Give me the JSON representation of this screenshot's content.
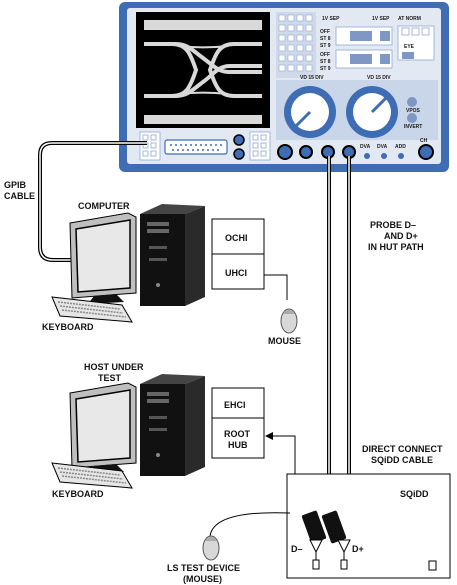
{
  "colors": {
    "scope_body": "#3f6db3",
    "scope_panel": "#dfe6f1",
    "scope_screen": "#000000",
    "screen_trace": "#d9d9d9",
    "knob": "#ffffff",
    "cable": "#000000",
    "pc_body": "#111111",
    "monitor": "#e8e8e8"
  },
  "oscilloscope": {
    "ch1_label": "1V SEP",
    "ch2_label": "1V SEP",
    "at_norm_label": "AT NORM",
    "eye_label": "EYE",
    "vd1_label": "VD 15 DIV",
    "vd2_label": "VD 15 DIV",
    "vpos_label": "VPOS",
    "invert_label": "INVERT",
    "dva_label": "DVA",
    "dva2_label": "DVA",
    "add_label": "ADD",
    "ch_label": "CH",
    "off_labels": [
      "OFF",
      "ST 8",
      "ST 9"
    ]
  },
  "labels": {
    "gpib_line1": "GPIB",
    "gpib_line2": "CABLE",
    "computer": "COMPUTER",
    "ochi": "OCHI",
    "uhci": "UHCI",
    "keyboard1": "KEYBOARD",
    "mouse": "MOUSE",
    "probe_line1": "PROBE D–",
    "probe_line2": "AND D+",
    "probe_line3": "IN HUT PATH",
    "host_line1": "HOST UNDER",
    "host_line2": "TEST",
    "ehci": "EHCI",
    "root_line1": "ROOT",
    "root_line2": "HUB",
    "keyboard2": "KEYBOARD",
    "direct_line1": "DIRECT CONNECT",
    "direct_line2": "SQiDD CABLE",
    "sqidd": "SQiDD",
    "d_minus": "D–",
    "d_plus": "D+",
    "ls_line1": "LS TEST DEVICE",
    "ls_line2": "(MOUSE)"
  }
}
